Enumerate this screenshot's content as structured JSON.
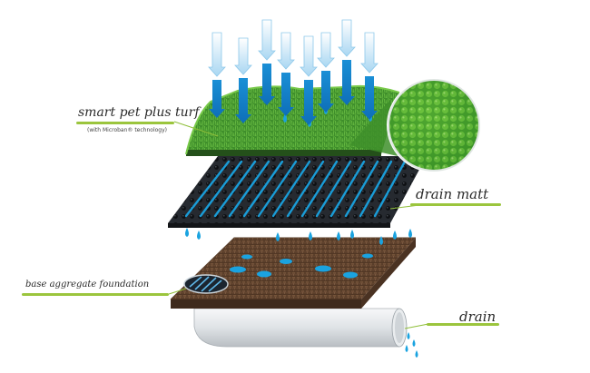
{
  "labels": {
    "turf": "smart pet plus turf",
    "turf_sub": "(with Microban® technology)",
    "drain_matt": "drain matt",
    "base": "base aggregate foundation",
    "drain": "drain"
  },
  "colors": {
    "accent_green": "#9bc53d",
    "water_blue": "#1aa3e0",
    "arrow_light": "#cfe8f7",
    "grass_dark": "#2f7a24",
    "grass_light": "#5db33a",
    "matt_dark": "#1c1f24",
    "soil": "#6b4a34",
    "pipe": "#e6e9ec"
  },
  "icons": [
    "down-arrow-icon",
    "water-drop-icon",
    "magnifier-circle-icon"
  ]
}
